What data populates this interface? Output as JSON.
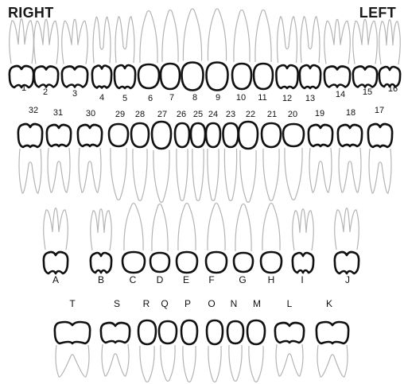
{
  "labels": {
    "right": "RIGHT",
    "left": "LEFT"
  },
  "permanent_upper": [
    "1",
    "2",
    "3",
    "4",
    "5",
    "6",
    "7",
    "8",
    "9",
    "10",
    "11",
    "12",
    "13",
    "14",
    "15",
    "16"
  ],
  "permanent_lower": [
    "32",
    "31",
    "30",
    "29",
    "28",
    "27",
    "26",
    "25",
    "24",
    "23",
    "22",
    "21",
    "20",
    "19",
    "18",
    "17"
  ],
  "primary_upper": [
    "A",
    "B",
    "C",
    "D",
    "E",
    "F",
    "G",
    "H",
    "I",
    "J"
  ],
  "primary_lower": [
    "T",
    "S",
    "R",
    "Q",
    "P",
    "O",
    "N",
    "M",
    "L",
    "K"
  ]
}
